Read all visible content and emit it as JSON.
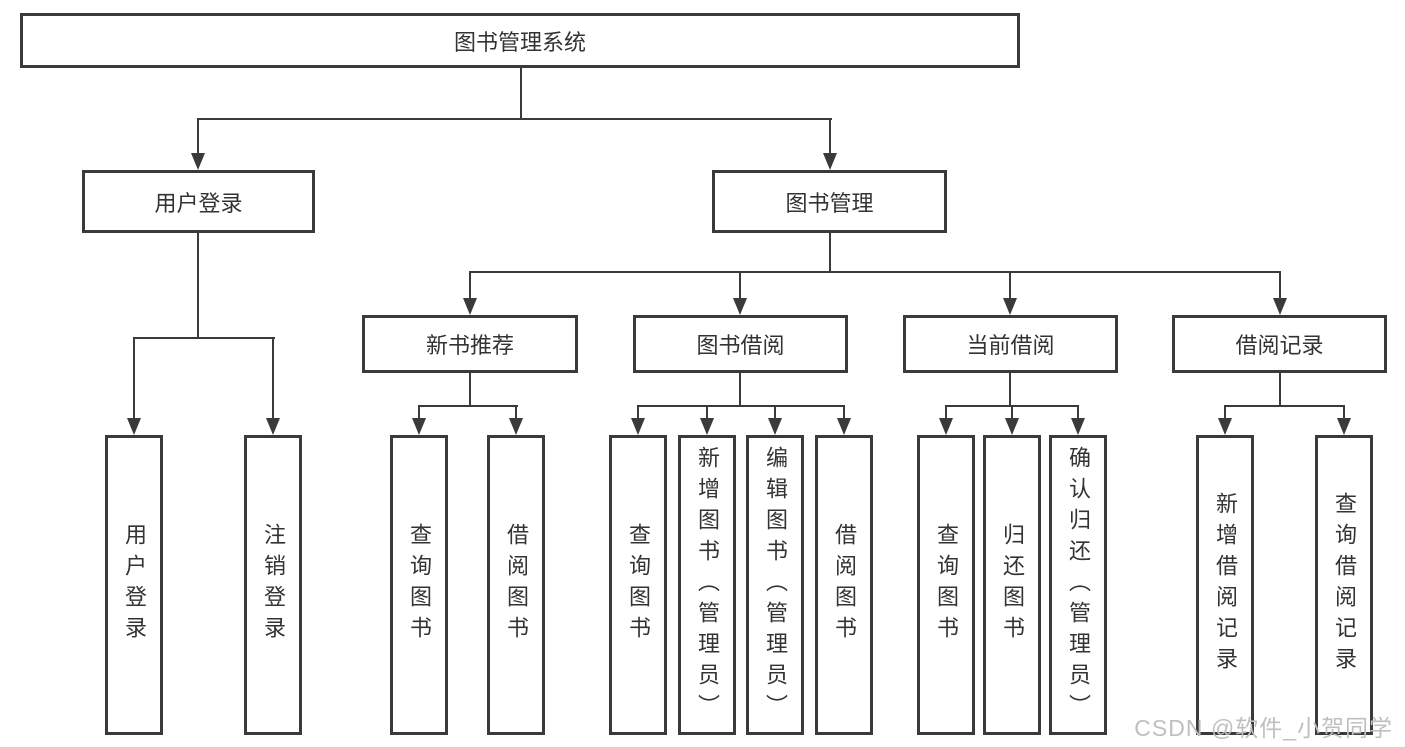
{
  "nodes": {
    "root": "图书管理系统",
    "user_login": "用户登录",
    "book_mgmt": "图书管理",
    "new_book_rec": "新书推荐",
    "book_borrow": "图书借阅",
    "current_borrow": "当前借阅",
    "borrow_records": "借阅记录",
    "leaves": {
      "user": [
        "用户登录",
        "注销登录"
      ],
      "newbook": [
        "查询图书",
        "借阅图书"
      ],
      "borrow": [
        "查询图书",
        "新增图书（管理员）",
        "编辑图书（管理员）",
        "借阅图书"
      ],
      "current": [
        "查询图书",
        "归还图书",
        "确认归还（管理员）"
      ],
      "records": [
        "新增借阅记录",
        "查询借阅记录"
      ]
    }
  },
  "watermark": "CSDN @软件_小贺同学",
  "colors": {
    "line": "#3a3a3a",
    "text": "#333333",
    "watermark": "#bfbfbf",
    "background": "#ffffff"
  }
}
